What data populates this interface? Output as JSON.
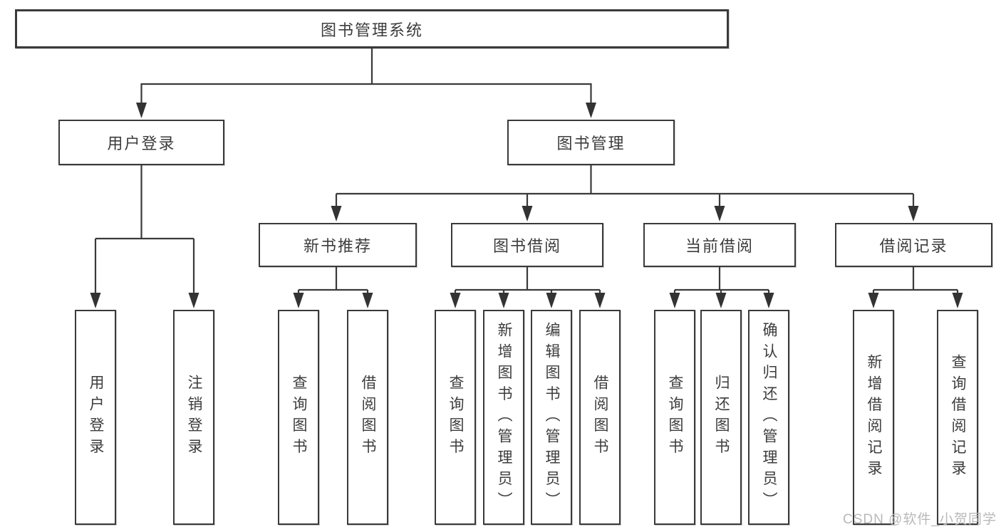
{
  "diagram": {
    "title": "图书管理系统",
    "branches": [
      {
        "label": "用户登录",
        "children": [
          "用户登录",
          "注销登录"
        ]
      },
      {
        "label": "图书管理",
        "sections": [
          {
            "label": "新书推荐",
            "children": [
              "查询图书",
              "借阅图书"
            ]
          },
          {
            "label": "图书借阅",
            "children": [
              "查询图书",
              "新增图书（管理员）",
              "编辑图书（管理员）",
              "借阅图书"
            ]
          },
          {
            "label": "当前借阅",
            "children": [
              "查询图书",
              "归还图书",
              "确认归还（管理员）"
            ]
          },
          {
            "label": "借阅记录",
            "children": [
              "新增借阅记录",
              "查询借阅记录"
            ]
          }
        ]
      }
    ]
  },
  "watermark": {
    "text": "CSDN @软件_小贺同学"
  },
  "colors": {
    "line": "#3a3a3a",
    "text": "#3c3c3c",
    "watermark": "#b9b9b9",
    "background": "#ffffff"
  }
}
